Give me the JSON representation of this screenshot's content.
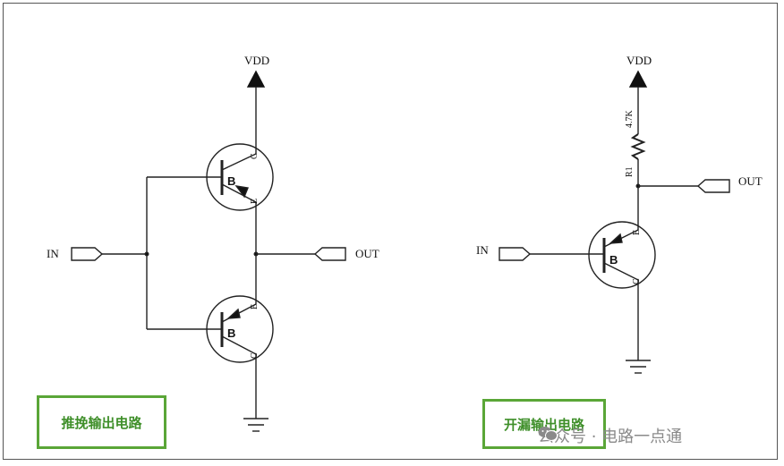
{
  "push_pull": {
    "vdd_label": "VDD",
    "in_label": "IN",
    "out_label": "OUT",
    "upper_transistor": {
      "base": "B",
      "collector": "C",
      "emitter": "E"
    },
    "lower_transistor": {
      "base": "B",
      "emitter": "E",
      "collector": "C"
    },
    "caption": "推挽输出电路"
  },
  "open_drain": {
    "vdd_label": "VDD",
    "in_label": "IN",
    "out_label": "OUT",
    "resistor_name": "R1",
    "resistor_value": "4.7K",
    "transistor": {
      "base": "B",
      "emitter": "E",
      "collector": "C"
    },
    "caption": "开漏输出电路"
  },
  "watermark": {
    "icon": "wechat-icon",
    "text": "公众号 · 电路一点通"
  },
  "colors": {
    "caption_border": "#5aa637",
    "caption_text": "#3f8f2a",
    "wire": "#222222"
  }
}
